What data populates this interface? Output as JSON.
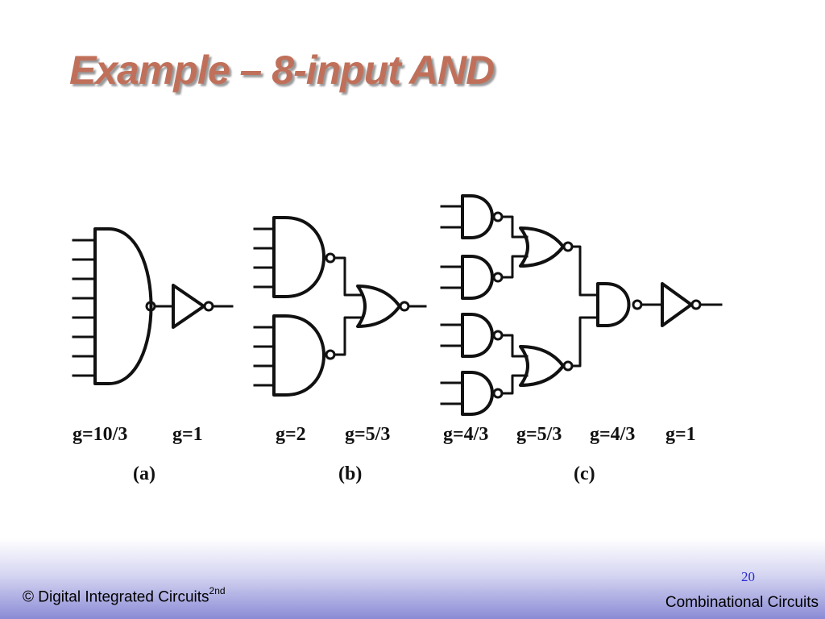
{
  "slide": {
    "title": "Example – 8-input AND",
    "page_number": "20"
  },
  "diagram": {
    "a": {
      "labels": [
        "g=10/3",
        "g=1"
      ],
      "caption": "(a)"
    },
    "b": {
      "labels": [
        "g=2",
        "g=5/3"
      ],
      "caption": "(b)"
    },
    "c": {
      "labels": [
        "g=4/3",
        "g=5/3",
        "g=4/3",
        "g=1"
      ],
      "caption": "(c)"
    }
  },
  "footer": {
    "left_prefix": "© Digital Integrated Circuits",
    "left_superscript": "2nd",
    "right": "Combinational Circuits"
  },
  "colors": {
    "title": "#c0705a",
    "page_number": "#2a2ad0",
    "footer_band": "#8b8bd6"
  }
}
